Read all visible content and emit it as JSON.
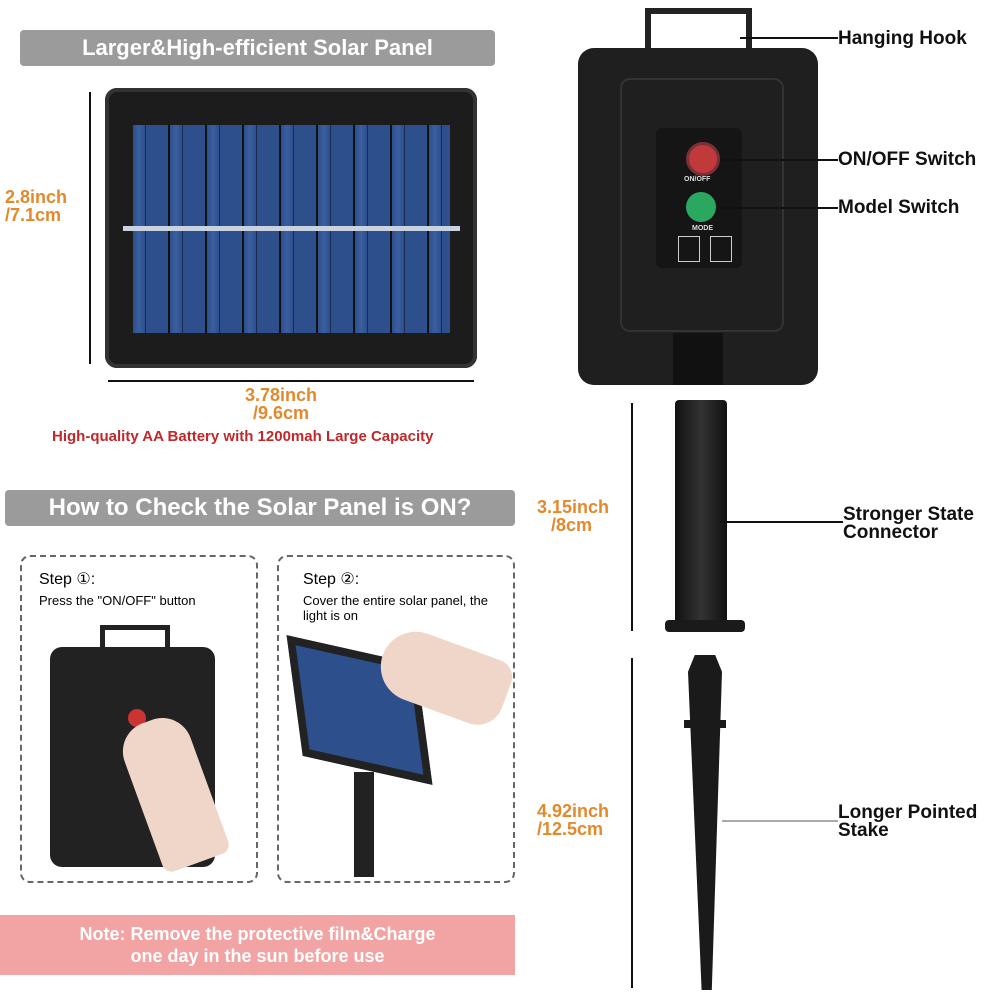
{
  "panel_title": "Larger&High-efficient Solar Panel",
  "height_dim": {
    "inch": "2.8inch",
    "cm": "/7.1cm"
  },
  "width_dim": {
    "inch": "3.78inch",
    "cm": "/9.6cm"
  },
  "battery_note": "High-quality AA Battery with 1200mah Large Capacity",
  "check_title": "How to Check the Solar Panel is ON?",
  "steps": [
    {
      "title": "Step ①:",
      "text": "Press the \"ON/OFF\" button"
    },
    {
      "title": "Step ②:",
      "text": "Cover the entire solar panel, the light is on"
    }
  ],
  "note": {
    "line1": "Note: Remove the protective film&Charge",
    "line2": "one day in the sun before use"
  },
  "box_labels": {
    "hook": "Hanging Hook",
    "onoff": "ON/OFF Switch",
    "mode": "Model Switch",
    "onoff_text": "ON/OFF",
    "mode_text": "MODE"
  },
  "connector": {
    "inch": "3.15inch",
    "cm": "/8cm",
    "label1": "Stronger State",
    "label2": "Connector"
  },
  "stake": {
    "inch": "4.92inch",
    "cm": "/12.5cm",
    "label1": "Longer Pointed",
    "label2": "Stake"
  },
  "colors": {
    "orange": "#e3892b",
    "red": "#c0282b",
    "pill": "#9b9b9b",
    "note_bg": "#f2a3a3",
    "cell": "#2d4f8c"
  }
}
